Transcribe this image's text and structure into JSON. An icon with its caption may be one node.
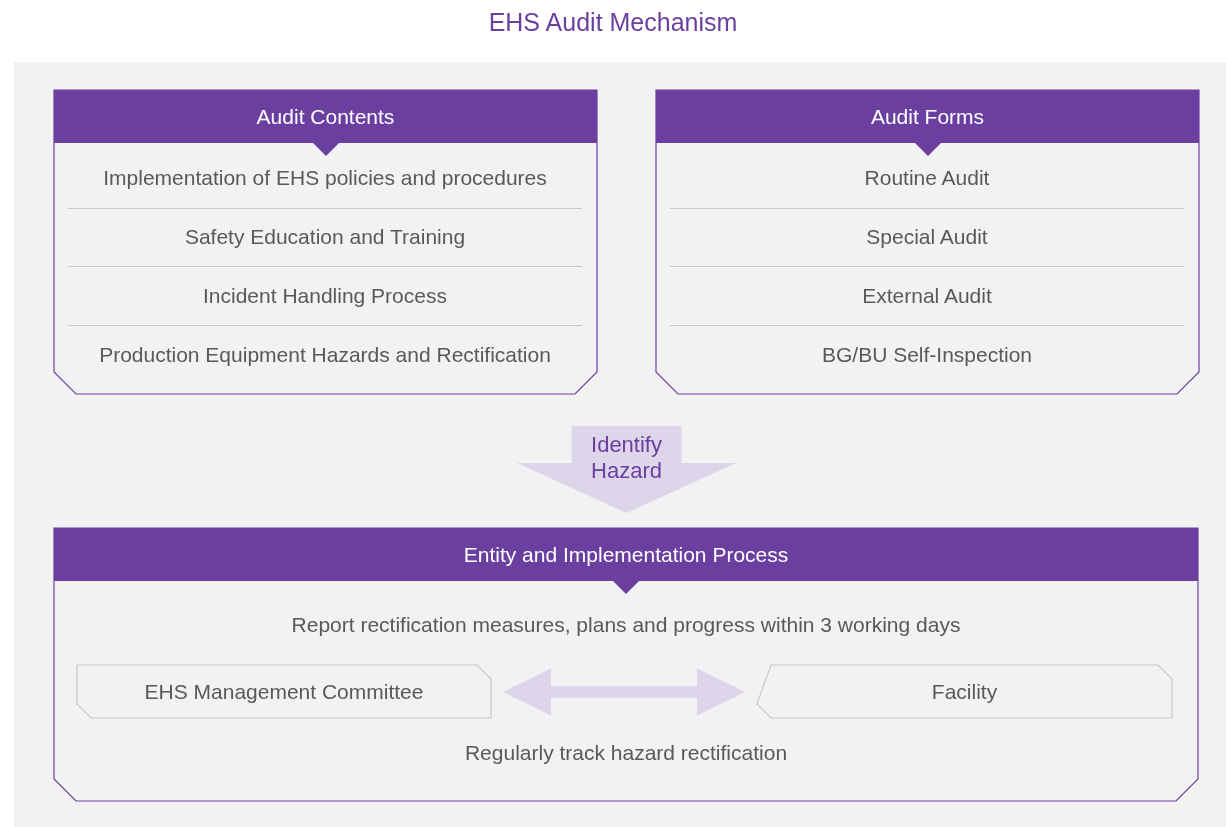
{
  "diagram": {
    "title": "EHS Audit Mechanism",
    "nodes": [
      {
        "text": [
          "Audit Contents"
        ]
      },
      {
        "text": [
          "Implementation of EHS policies and procedures"
        ],
        "in": 0
      },
      {
        "text": [
          "Safety Education and Training"
        ],
        "in": 0
      },
      {
        "text": [
          "Incident Handling Process"
        ],
        "in": 0
      },
      {
        "text": [
          "Production Equipment Hazards and Rectification"
        ],
        "in": 0
      },
      {
        "text": [
          "Audit Forms"
        ]
      },
      {
        "text": [
          "Routine Audit"
        ],
        "in": 5
      },
      {
        "text": [
          "Special Audit"
        ],
        "in": 5
      },
      {
        "text": [
          "External Audit"
        ],
        "in": 5
      },
      {
        "text": [
          "BG/BU Self-Inspection"
        ],
        "in": 5
      },
      {
        "text": [
          "Identify Hazard"
        ]
      },
      {
        "text": [
          "Entity and Implementation Process",
          "Report rectification measures, plans and progress within 3 working days",
          "Regularly track hazard rectification"
        ]
      },
      {
        "text": [
          "EHS Management Committee"
        ],
        "in": 11
      },
      {
        "text": [
          "Facility"
        ],
        "in": 11
      }
    ],
    "edges": [
      {
        "from": 12,
        "to": 13,
        "arrow": "both"
      }
    ]
  }
}
